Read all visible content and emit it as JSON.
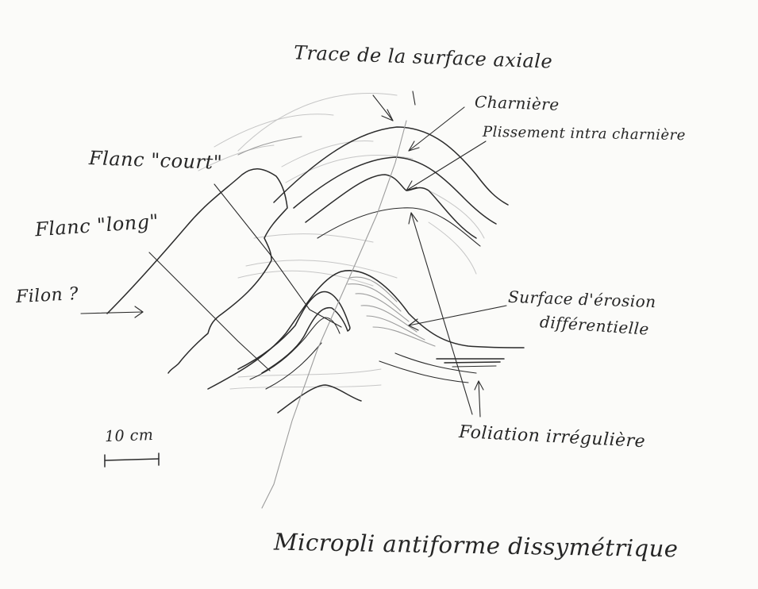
{
  "labels": {
    "axial_trace": "Trace de la surface axiale",
    "hinge": "Charnière",
    "intra_hinge_folding": "Plissement intra charnière",
    "short_limb": "Flanc \"court\"",
    "long_limb": "Flanc \"long\"",
    "vein": "Filon ?",
    "differential_erosion_line1": "Surface d'érosion",
    "differential_erosion_line2": "différentielle",
    "irregular_foliation": "Foliation irrégulière",
    "scale": "10 cm"
  },
  "title": "Micropli antiforme dissymétrique",
  "colors": {
    "paper": "#fbfbf9",
    "ink": "#2b2b2b",
    "pencil": "#9c9c9c"
  }
}
